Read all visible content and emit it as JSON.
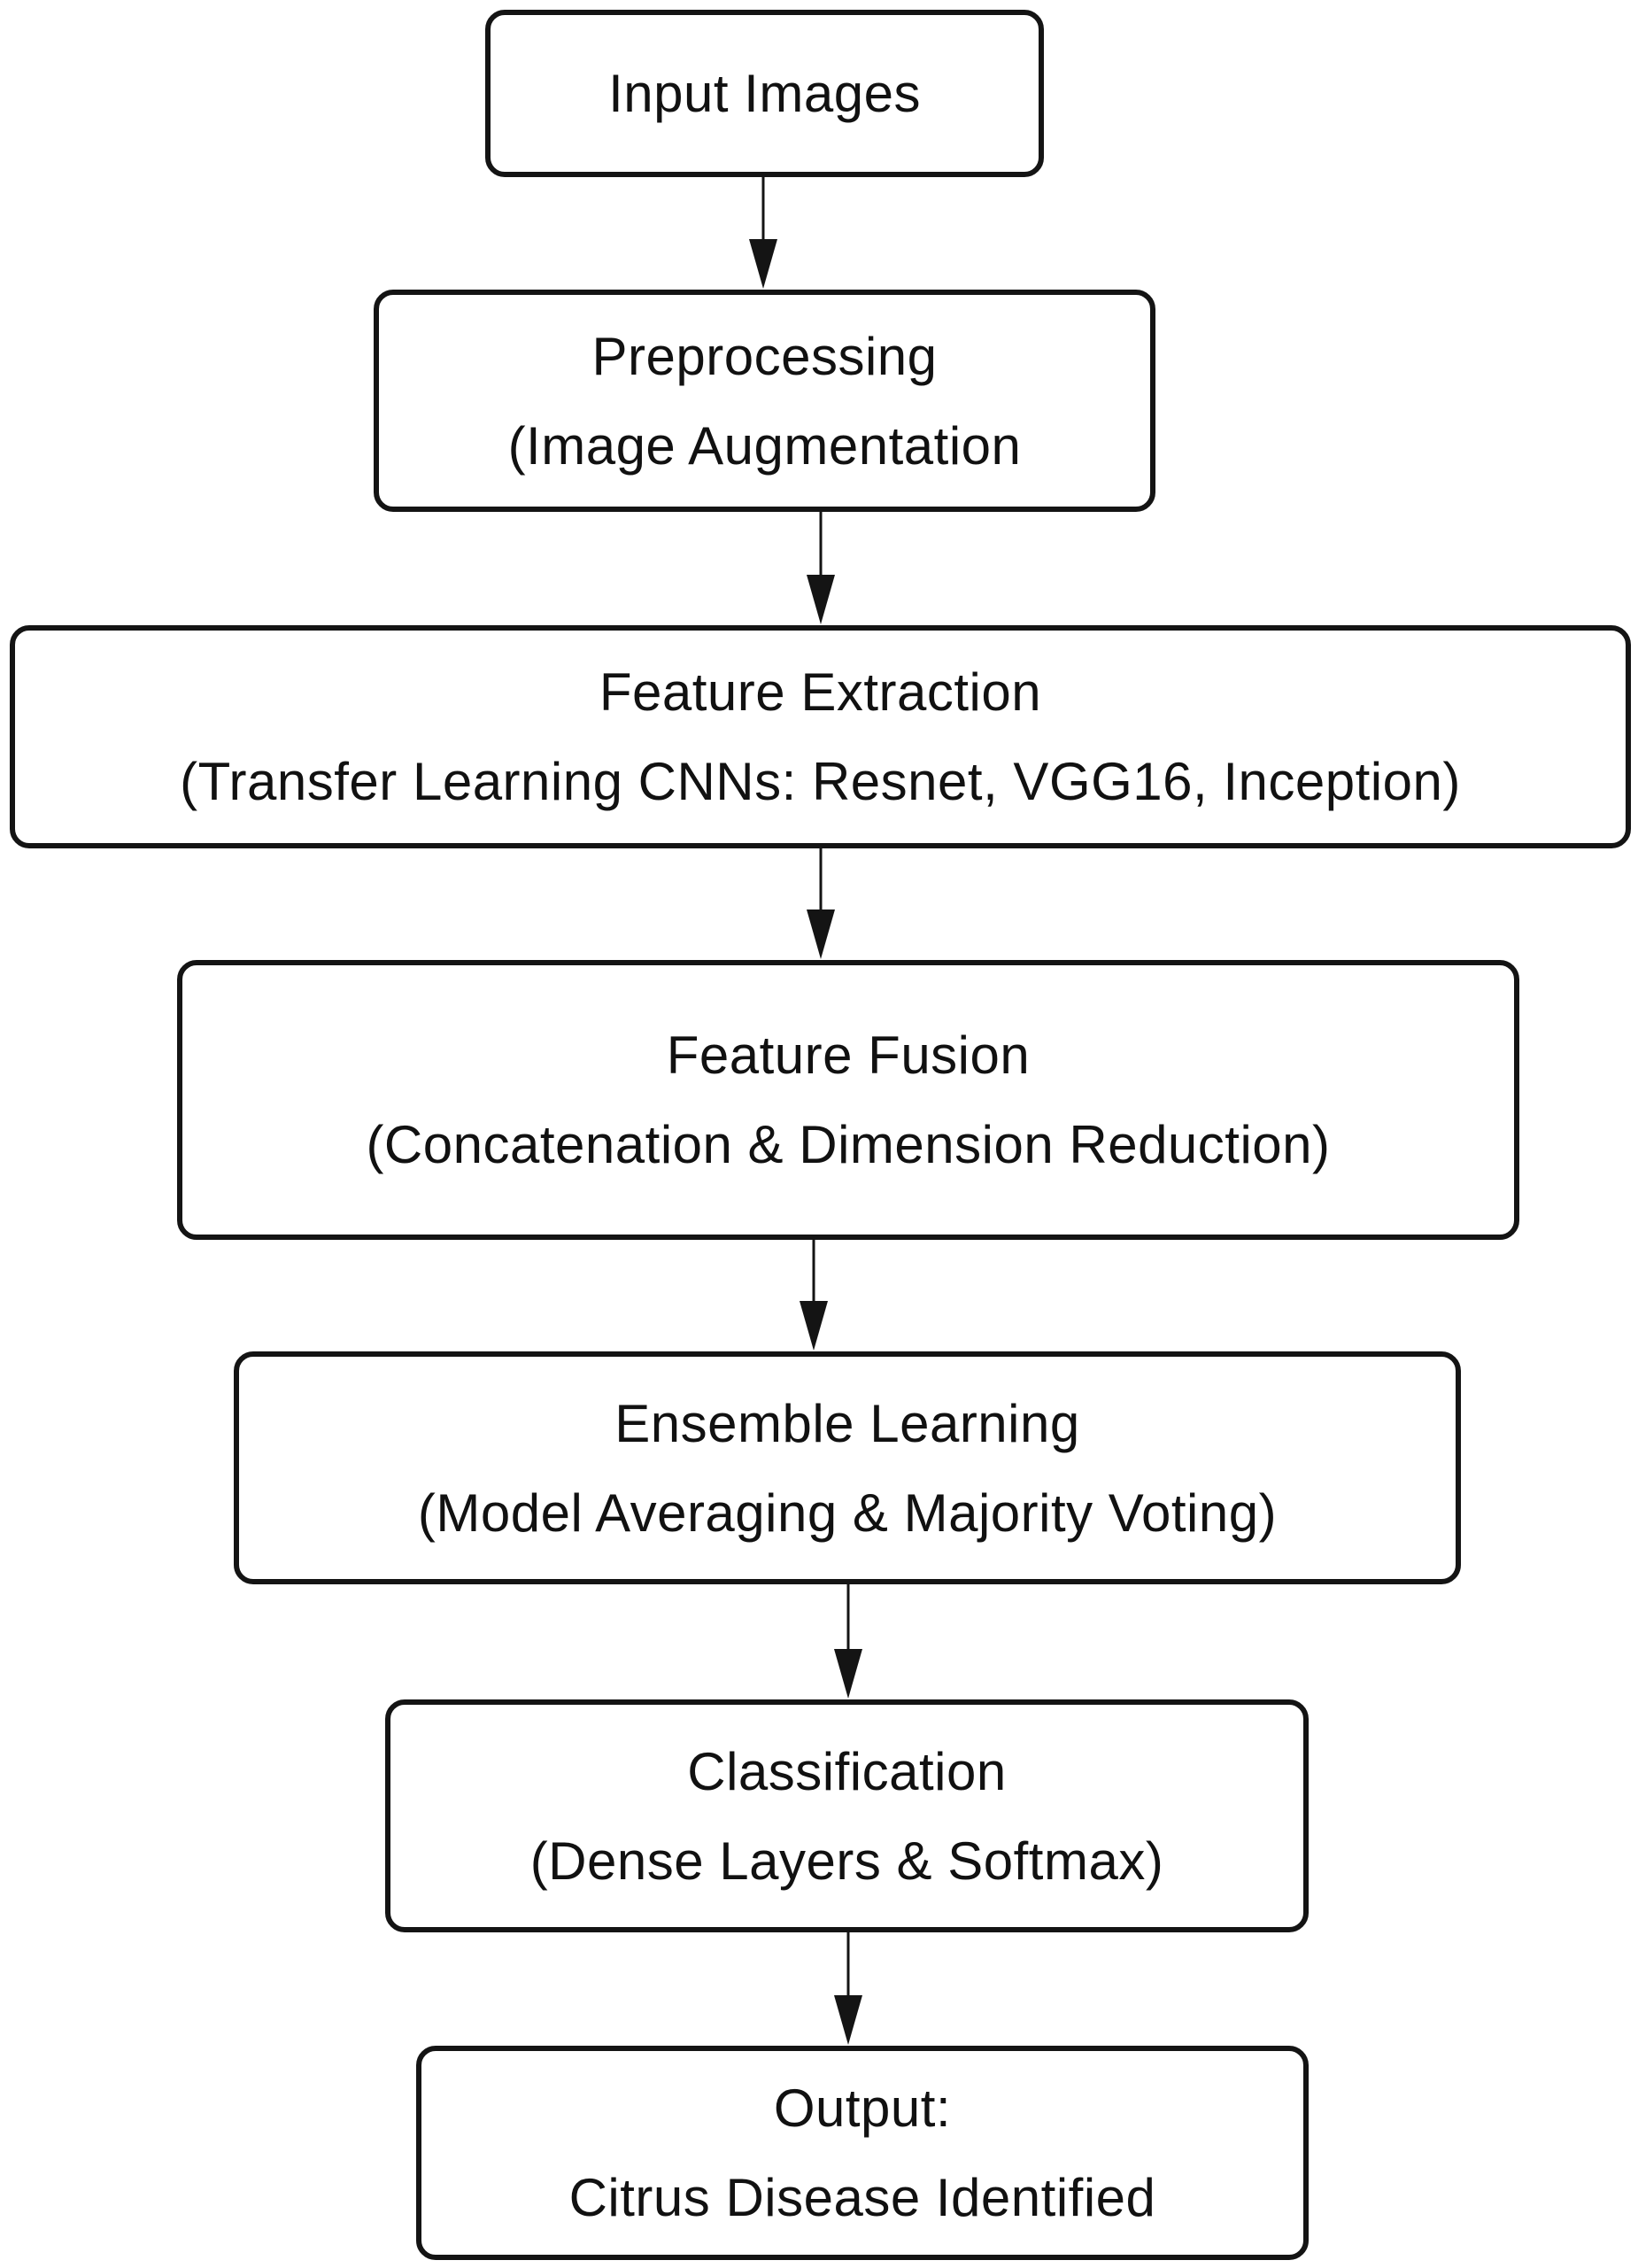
{
  "diagram": {
    "type": "flowchart",
    "direction": "top-to-bottom",
    "colors": {
      "stroke": "#141414",
      "fill": "#ffffff",
      "text": "#111111"
    },
    "nodes": [
      {
        "id": "input",
        "lines": [
          "Input Images"
        ]
      },
      {
        "id": "preprocessing",
        "lines": [
          "Preprocessing",
          "(Image Augmentation"
        ]
      },
      {
        "id": "feature-extraction",
        "lines": [
          "Feature Extraction",
          "(Transfer Learning CNNs: Resnet, VGG16, Inception)"
        ]
      },
      {
        "id": "feature-fusion",
        "lines": [
          "Feature Fusion",
          "(Concatenation & Dimension Reduction)"
        ]
      },
      {
        "id": "ensemble",
        "lines": [
          "Ensemble Learning",
          "(Model Averaging & Majority Voting)"
        ]
      },
      {
        "id": "classification",
        "lines": [
          "Classification",
          "(Dense Layers & Softmax)"
        ]
      },
      {
        "id": "output",
        "lines": [
          "Output:",
          "Citrus Disease Identified"
        ]
      }
    ],
    "edges": [
      {
        "from": "input",
        "to": "preprocessing"
      },
      {
        "from": "preprocessing",
        "to": "feature-extraction"
      },
      {
        "from": "feature-extraction",
        "to": "feature-fusion"
      },
      {
        "from": "feature-fusion",
        "to": "ensemble"
      },
      {
        "from": "ensemble",
        "to": "classification"
      },
      {
        "from": "classification",
        "to": "output"
      }
    ]
  }
}
